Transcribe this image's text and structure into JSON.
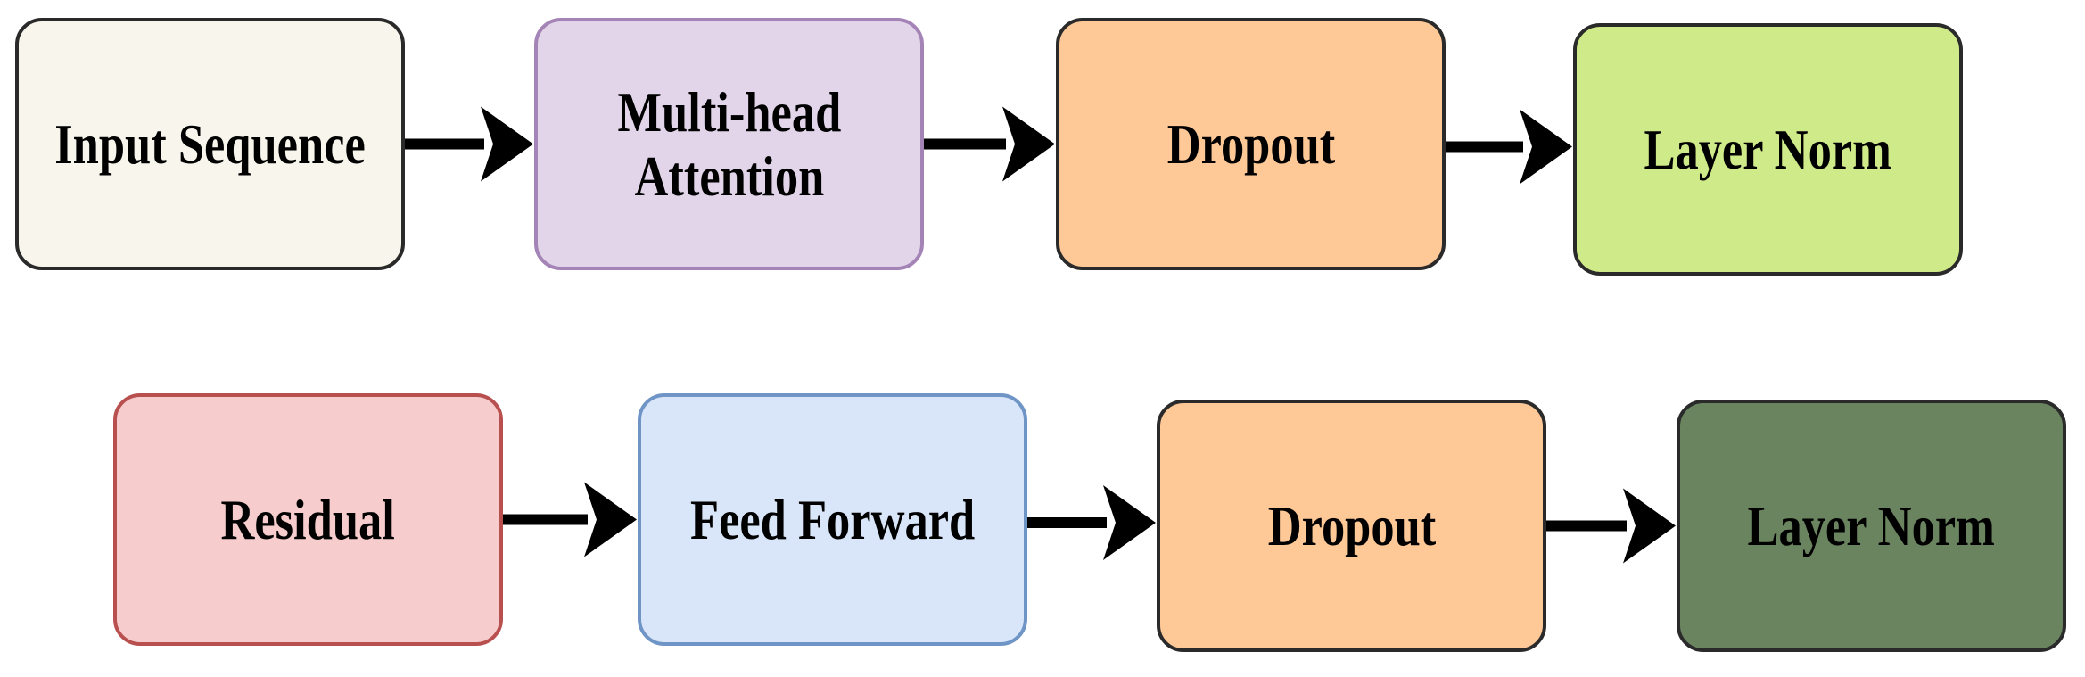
{
  "diagram": {
    "rows": [
      {
        "nodes": [
          {
            "id": "input-sequence",
            "label_lines": [
              "Input Sequence"
            ],
            "fill": "#f8f5ec",
            "stroke": "#2a2a2a"
          },
          {
            "id": "multi-head-attention",
            "label_lines": [
              "Multi-head",
              "Attention"
            ],
            "fill": "#e2d5ea",
            "stroke": "#a484b6"
          },
          {
            "id": "dropout-1",
            "label_lines": [
              "Dropout"
            ],
            "fill": "#fec897",
            "stroke": "#2a2a2a"
          },
          {
            "id": "layer-norm-1",
            "label_lines": [
              "Layer Norm"
            ],
            "fill": "#cfea89",
            "stroke": "#2a2a2a"
          }
        ]
      },
      {
        "nodes": [
          {
            "id": "residual",
            "label_lines": [
              "Residual"
            ],
            "fill": "#f6cdcc",
            "stroke": "#b8504f"
          },
          {
            "id": "feed-forward",
            "label_lines": [
              "Feed Forward"
            ],
            "fill": "#d9e6f9",
            "stroke": "#6f95c6"
          },
          {
            "id": "dropout-2",
            "label_lines": [
              "Dropout"
            ],
            "fill": "#fec897",
            "stroke": "#2a2a2a"
          },
          {
            "id": "layer-norm-2",
            "label_lines": [
              "Layer Norm"
            ],
            "fill": "#6b8460",
            "stroke": "#2a2a2a"
          }
        ]
      }
    ],
    "edges": [
      {
        "from": "input-sequence",
        "to": "multi-head-attention"
      },
      {
        "from": "multi-head-attention",
        "to": "dropout-1"
      },
      {
        "from": "dropout-1",
        "to": "layer-norm-1"
      },
      {
        "from": "residual",
        "to": "feed-forward"
      },
      {
        "from": "feed-forward",
        "to": "dropout-2"
      },
      {
        "from": "dropout-2",
        "to": "layer-norm-2"
      }
    ],
    "arrow_color": "#000000"
  }
}
